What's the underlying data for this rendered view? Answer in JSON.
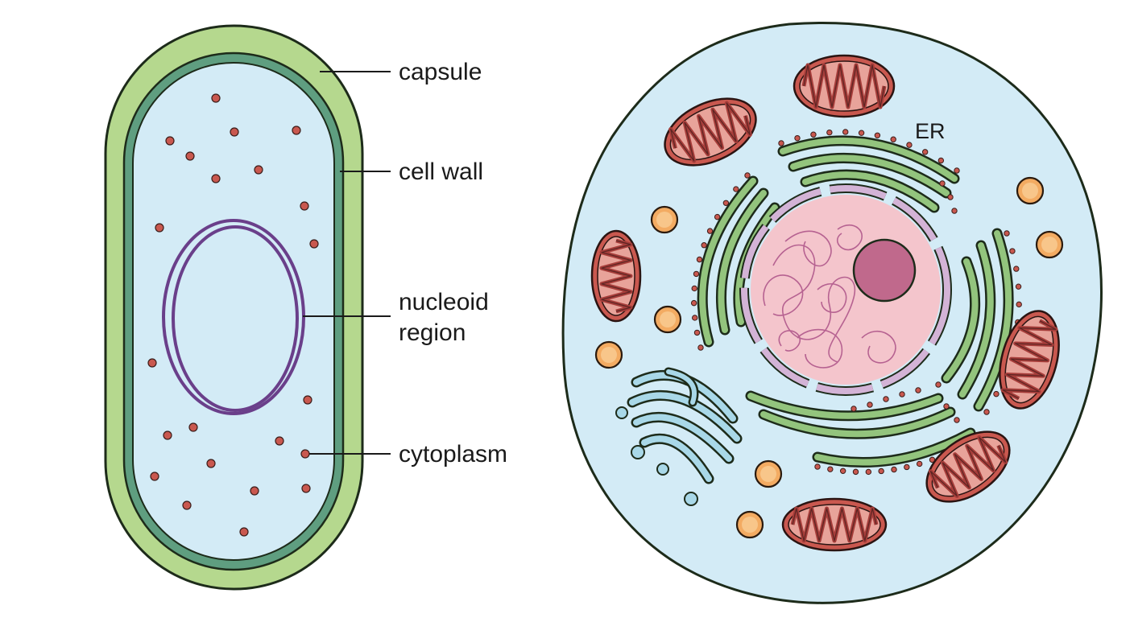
{
  "labels": {
    "capsule": "capsule",
    "cell_wall": "cell wall",
    "nucleoid_line1": "nucleoid",
    "nucleoid_line2": "region",
    "cytoplasm": "cytoplasm",
    "er": "ER"
  },
  "colors": {
    "capsule": "#b5d88e",
    "cell_wall": "#5f9e80",
    "cytoplasm": "#d3ebf6",
    "nucleoid": "#6a3f8a",
    "ribosome": "#c9584f",
    "mitochondrion": "#c9584f",
    "mitochondrion_inner": "#a63d3a",
    "er": "#93c47d",
    "nucleus": "#f4c5cc",
    "nucleolus": "#c0698c",
    "golgi": "#a9d8e8",
    "vesicle": "#f3ab62"
  }
}
